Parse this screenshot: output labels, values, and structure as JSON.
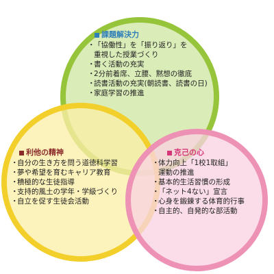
{
  "colors": {
    "top_circle_fill": "#cfe7a4",
    "top_circle_stroke": "#96c43a",
    "left_circle_fill": "#fbeea8",
    "left_circle_stroke": "#f2cf2a",
    "right_circle_fill": "#f8d3e1",
    "right_circle_stroke": "#ee92b5",
    "top_title_color": "#2f7fb8",
    "left_title_color": "#8b2a2a",
    "right_title_color": "#d63678"
  },
  "top": {
    "title": "課題解決力",
    "items": [
      [
        "「協働性」を「振り返り」を",
        "重視した授業づくり"
      ],
      [
        "書く活動の充実"
      ],
      [
        "2分前着席、立腰、黙想の徹底"
      ],
      [
        "読書活動の充実(朝読書、読書の日)"
      ],
      [
        "家庭学習の推進"
      ]
    ]
  },
  "left": {
    "title": "利他の精神",
    "items": [
      [
        "自分の生き方を問う道徳科学習"
      ],
      [
        "夢や希望を育むキャリア教育"
      ],
      [
        "積極的な生徒指導"
      ],
      [
        "支持的風土の学年・学級づくり"
      ],
      [
        "自立を促す生徒会活動"
      ]
    ]
  },
  "right": {
    "title": "克己の心",
    "items": [
      [
        "体力向上「1校1取組」",
        "運動の推進"
      ],
      [
        "基本的生活習慣の形成"
      ],
      [
        "「ネット4ない」宣言"
      ],
      [
        "心身を鍛錬する体育的行事"
      ],
      [
        "自主的、自発的な部活動"
      ]
    ]
  },
  "bullet": "・"
}
